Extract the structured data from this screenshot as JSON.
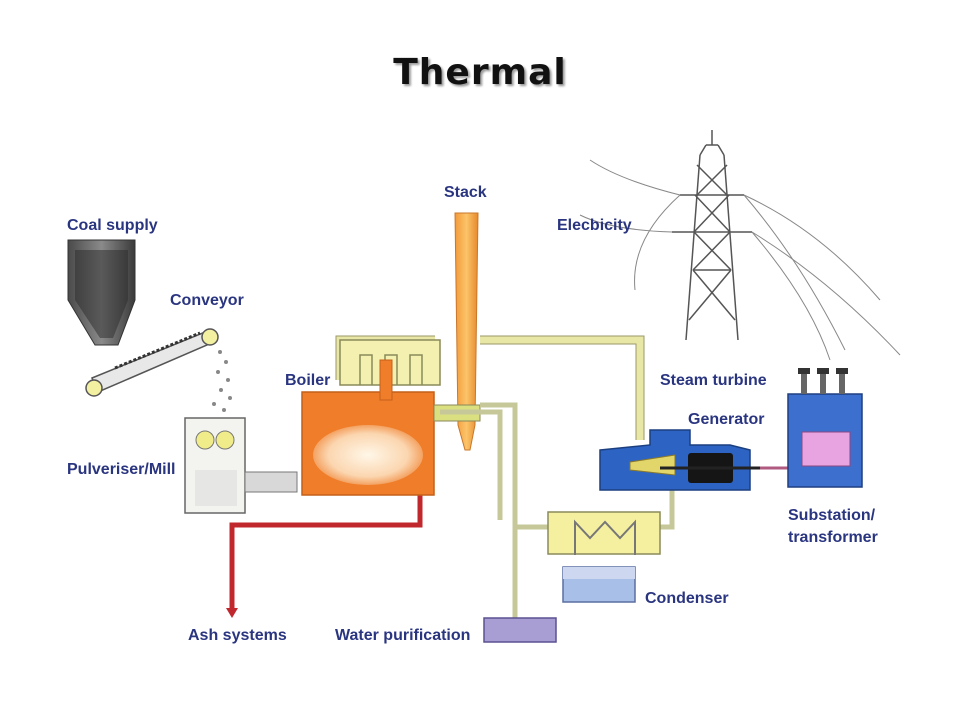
{
  "title": "Thermal",
  "labels": {
    "coal_supply": "Coal supply",
    "conveyor": "Conveyor",
    "pulveriser": "Pulveriser/Mill",
    "boiler": "Boiler",
    "stack": "Stack",
    "electricity": "Elecbicity",
    "steam_turbine": "Steam turbine",
    "generator": "Generator",
    "substation_line1": "Substation/",
    "substation_line2": "transformer",
    "condenser": "Condenser",
    "ash_systems": "Ash systems",
    "water_purification": "Water purification"
  },
  "colors": {
    "label_text": "#2a3580",
    "boiler": "#ef7d2a",
    "stack": "#f3a84a",
    "steam_pipe": "#e9e7a6",
    "water_pipe": "#c7c89a",
    "turbine": "#2d63c3",
    "ash_line": "#c0282e",
    "substation": "#3d6fcf",
    "water_tank": "#a99ed4"
  }
}
